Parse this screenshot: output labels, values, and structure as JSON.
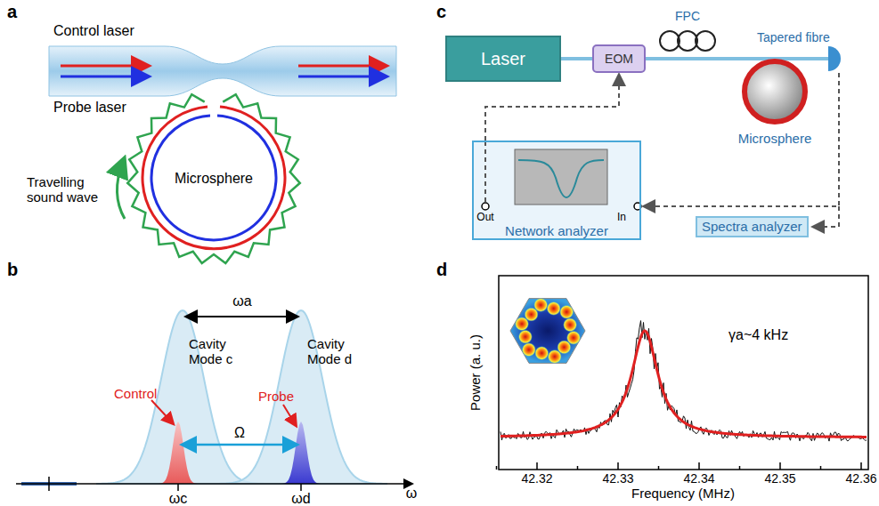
{
  "diagram": {
    "nodes": [
      {
        "text": [
          "Microsphere"
        ]
      },
      {
        "text": [
          "Laser"
        ]
      },
      {
        "text": [
          "EOM"
        ]
      },
      {
        "text": [
          "Network analyzer"
        ]
      },
      {
        "text": [
          "Microsphere"
        ]
      },
      {
        "text": [
          "Spectra analyzer"
        ]
      }
    ],
    "edges": [
      {
        "from": 1,
        "to": 2,
        "arrow": "none"
      },
      {
        "from": 3,
        "to": 2,
        "arrow": "to"
      }
    ],
    "labels": [
      "a",
      "Control laser",
      "Probe laser",
      "Travelling sound wave",
      "b",
      "ωa",
      "Cavity Mode c",
      "Cavity Mode d",
      "Control",
      "Probe",
      "Ω",
      "ωc",
      "ωd",
      "ω",
      "c",
      "FPC",
      "Tapered fibre",
      "Out",
      "In",
      "d",
      "γa~4 kHz",
      "Power (a. u.)",
      "Frequency (MHz)",
      "42.32",
      "42.33",
      "42.34",
      "42.35",
      "42.36"
    ]
  }
}
